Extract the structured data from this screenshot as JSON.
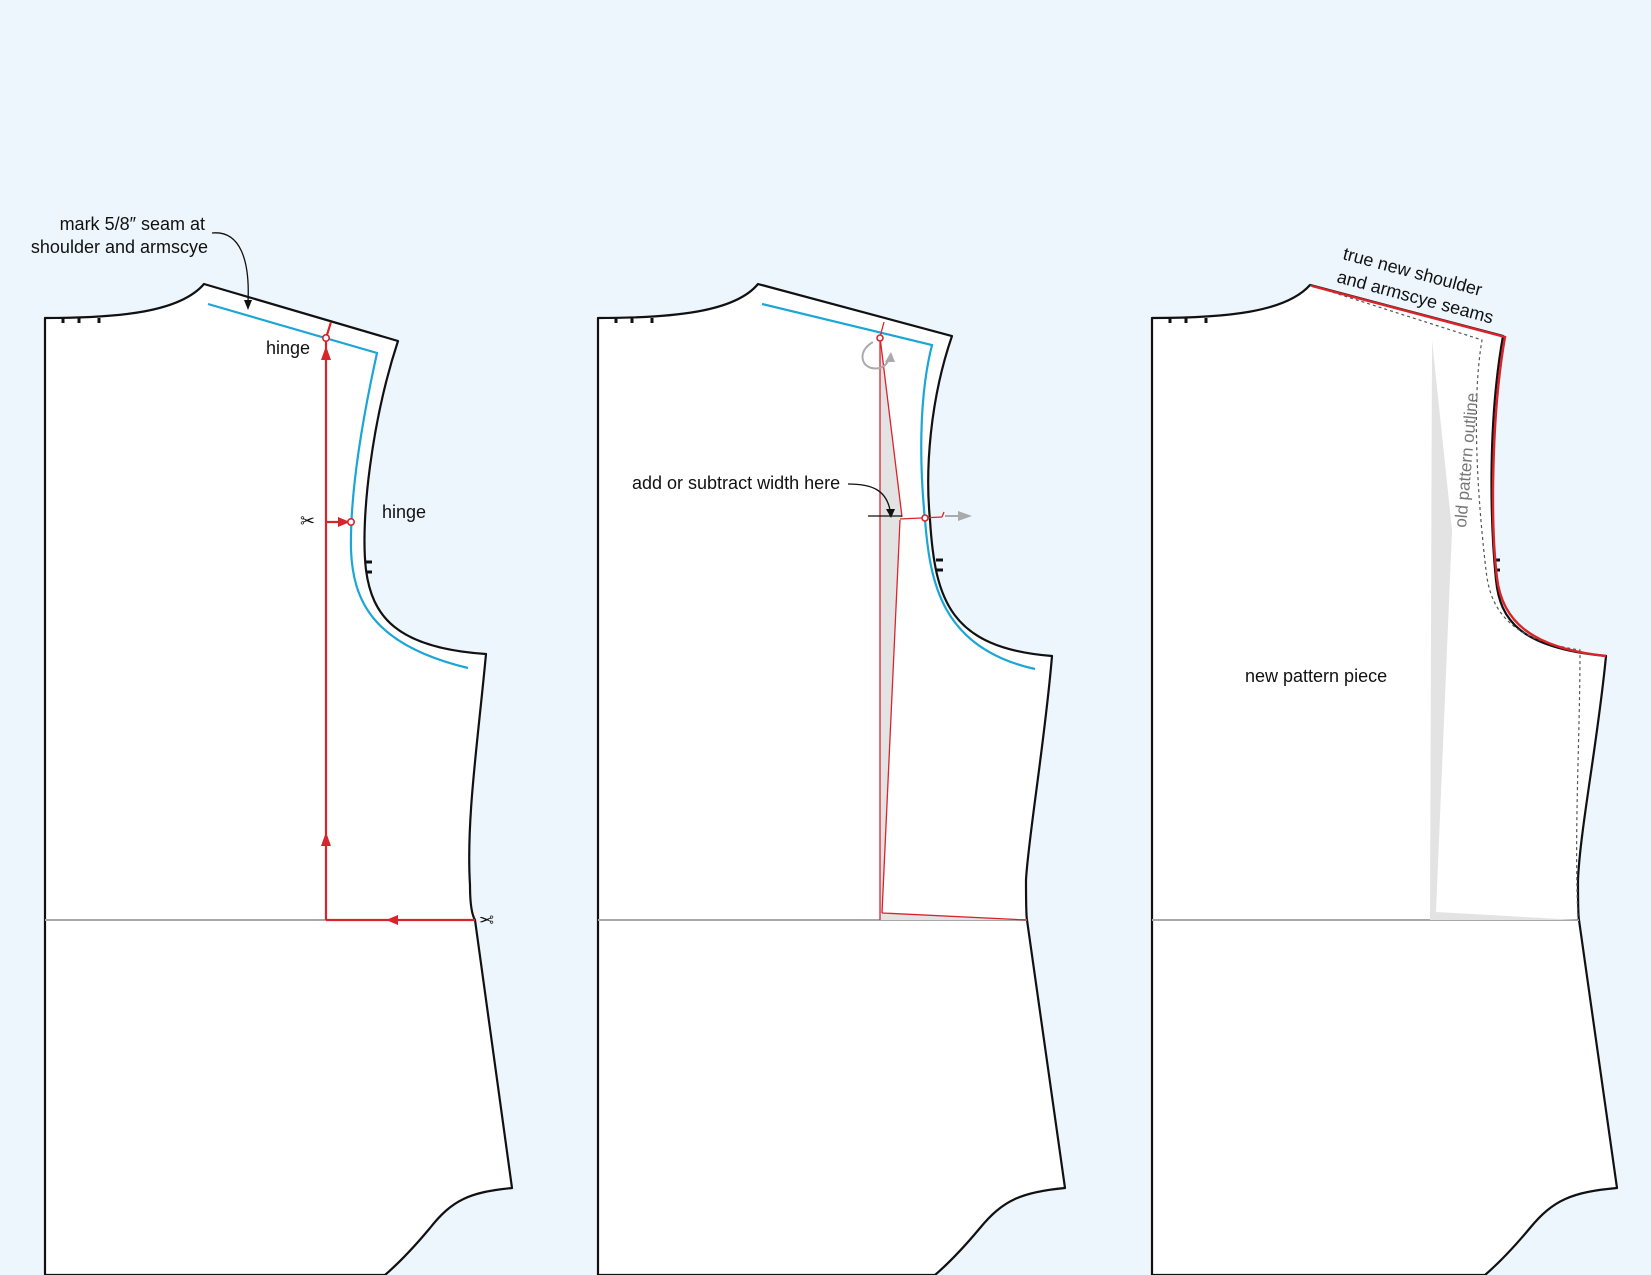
{
  "panels": [
    {
      "id": "step-1",
      "labels": {
        "seam_note_line1": "mark 5/8″ seam at",
        "seam_note_line2": "shoulder and armscye",
        "hinge_top": "hinge",
        "hinge_side": "hinge"
      },
      "icons": [
        "scissors-icon",
        "scissors-icon"
      ]
    },
    {
      "id": "step-2",
      "labels": {
        "adjust_note": "add or subtract width here"
      },
      "icons": [
        "rotate-arrow-icon",
        "width-arrow-icon"
      ]
    },
    {
      "id": "step-3",
      "labels": {
        "true_line1": "true new shoulder",
        "true_line2": "and armscye seams",
        "old_outline": "old pattern outline",
        "new_piece": "new pattern piece"
      }
    }
  ],
  "colors": {
    "background": "#eef6fd",
    "outline": "#111111",
    "seam_allowance": "#1aa6d6",
    "cut_line": "#d8242a",
    "waist_line": "#a8a8a8"
  }
}
